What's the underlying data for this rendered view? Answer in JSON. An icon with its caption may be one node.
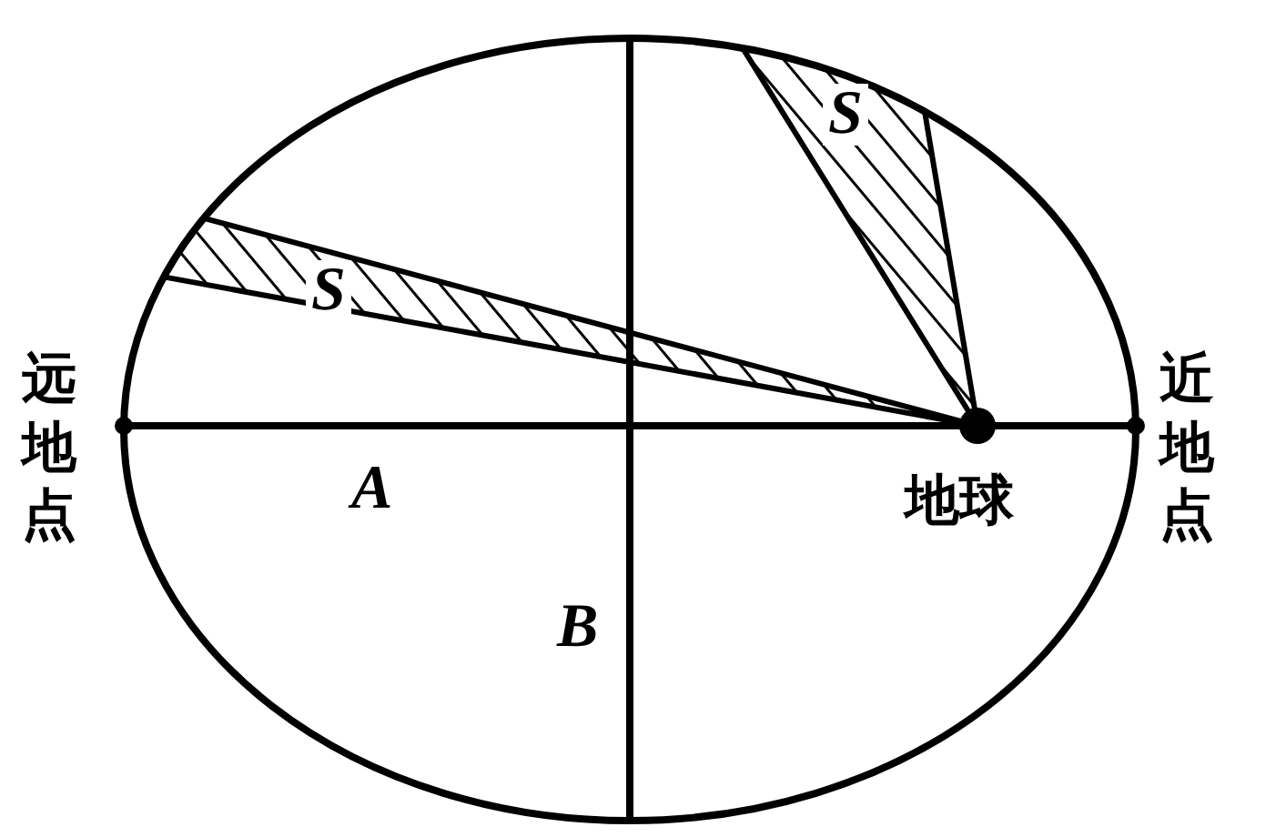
{
  "diagram": {
    "labels": [
      "S",
      "S",
      "远地点",
      "近地点",
      "A",
      "地球",
      "B"
    ]
  }
}
